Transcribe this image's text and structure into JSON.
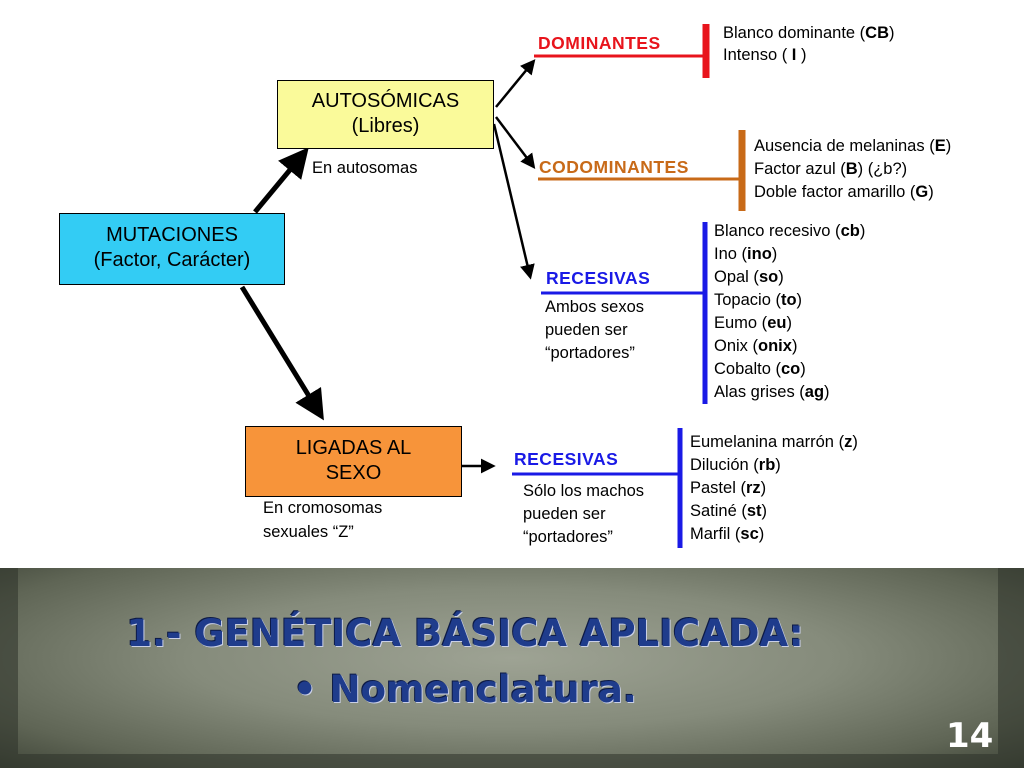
{
  "diagram": {
    "root": {
      "line1": "MUTACIONES",
      "line2": "(Factor, Carácter)"
    },
    "autosomicas": {
      "line1": "AUTOSÓMICAS",
      "line2": "(Libres)",
      "note": "En autosomas"
    },
    "ligadas": {
      "line1": "LIGADAS AL",
      "line2": "SEXO",
      "note1": "En cromosomas",
      "note2": "sexuales “Z”"
    },
    "dominantes": {
      "label": "DOMINANTES",
      "items": [
        {
          "text": "Blanco dominante (",
          "code": "CB",
          "tail": ")"
        },
        {
          "text": "Intenso ( ",
          "code": "I",
          "tail": " )"
        }
      ]
    },
    "codominantes": {
      "label": "CODOMINANTES",
      "items": [
        {
          "text": "Ausencia de melaninas (",
          "code": "E",
          "tail": ")"
        },
        {
          "text": "Factor azul (",
          "code": "B",
          "tail": ") (¿b?)"
        },
        {
          "text": "Doble factor amarillo (",
          "code": "G",
          "tail": ")"
        }
      ]
    },
    "recesivas_auto": {
      "label": "RECESIVAS",
      "note": [
        "Ambos sexos",
        "pueden ser",
        "“portadores”"
      ],
      "items": [
        {
          "text": "Blanco recesivo (",
          "code": "cb",
          "tail": ")"
        },
        {
          "text": "Ino (",
          "code": "ino",
          "tail": ")"
        },
        {
          "text": "Opal (",
          "code": "so",
          "tail": ")"
        },
        {
          "text": "Topacio (",
          "code": "to",
          "tail": ")"
        },
        {
          "text": "Eumo (",
          "code": "eu",
          "tail": ")"
        },
        {
          "text": "Onix (",
          "code": "onix",
          "tail": ")"
        },
        {
          "text": "Cobalto (",
          "code": "co",
          "tail": ")"
        },
        {
          "text": "Alas grises (",
          "code": "ag",
          "tail": ")"
        }
      ]
    },
    "recesivas_sexo": {
      "label": "RECESIVAS",
      "note": [
        "Sólo los machos",
        "pueden ser",
        "“portadores”"
      ],
      "items": [
        {
          "text": "Eumelanina marrón (",
          "code": "z",
          "tail": ")"
        },
        {
          "text": "Dilución (",
          "code": "rb",
          "tail": ")"
        },
        {
          "text": "Pastel (",
          "code": "rz",
          "tail": ")"
        },
        {
          "text": "Satiné (",
          "code": "st",
          "tail": ")"
        },
        {
          "text": "Marfil (",
          "code": "sc",
          "tail": ")"
        }
      ]
    }
  },
  "slide": {
    "title": "1.- GENÉTICA BÁSICA APLICADA:",
    "subtitle": "• Nomenclatura.",
    "page_number": "14"
  },
  "colors": {
    "dominantes": "#e8141c",
    "codominantes": "#c86a18",
    "recesivas": "#1a1ae6",
    "root_fill": "#33ccf4",
    "autosomicas_fill": "#fafa9a",
    "ligadas_fill": "#f7943a",
    "title": "#1f3c8c"
  }
}
